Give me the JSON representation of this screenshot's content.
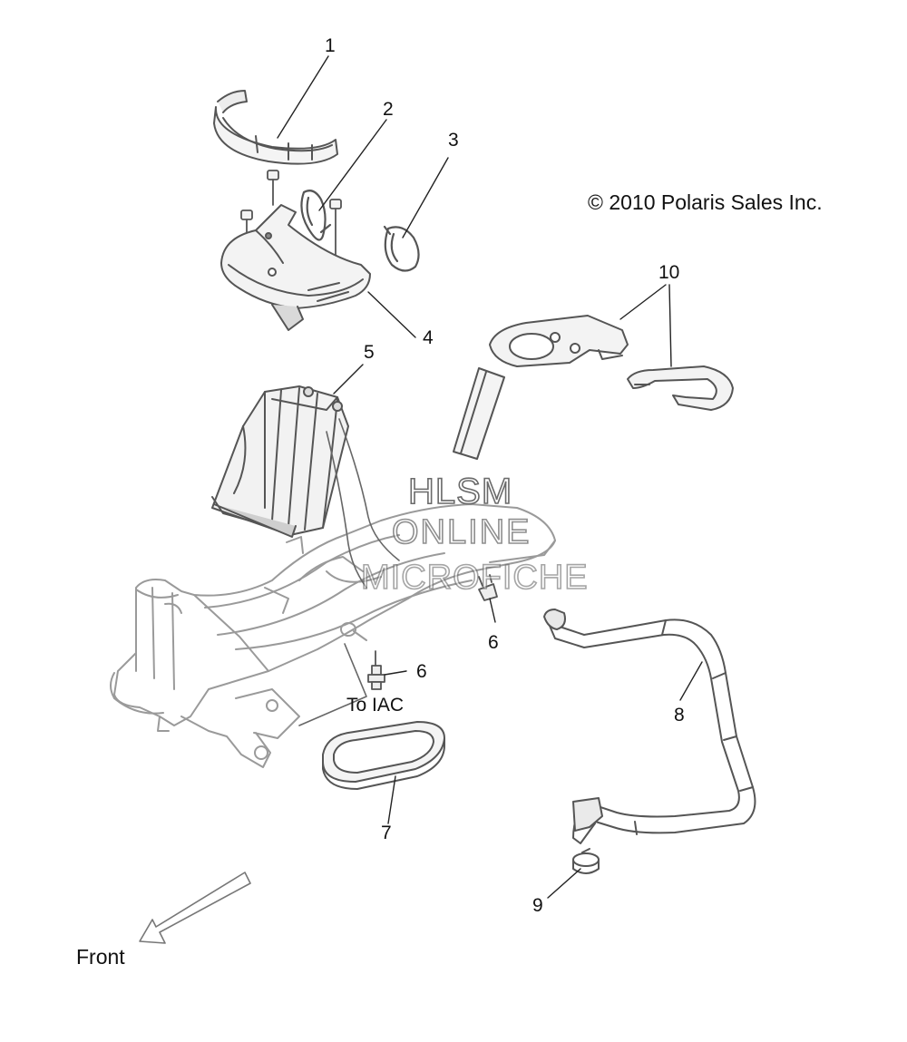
{
  "copyright": "© 2010 Polaris Sales Inc.",
  "callouts": [
    "1",
    "2",
    "3",
    "4",
    "5",
    "6",
    "6",
    "7",
    "8",
    "9",
    "10"
  ],
  "notes": {
    "to_iac": "To IAC",
    "front": "Front"
  },
  "watermark": {
    "line1": "HLSM",
    "line2": "ONLINE",
    "line3": "MICROFICHE"
  },
  "colors": {
    "part_line": "#555555",
    "frame_line": "#9a9a9a",
    "text": "#111111"
  }
}
